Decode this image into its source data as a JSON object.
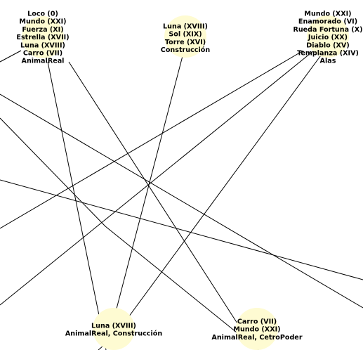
{
  "colors": {
    "node_fill": "#fefbd2",
    "edge": "#000000",
    "text": "#000000",
    "background": "#ffffff"
  },
  "nodes": [
    {
      "id": "top-left",
      "lines": [
        "Loco (0)",
        "Mundo (XXI)",
        "Fuerza (XI)",
        "Estrella (XVII)",
        "Luna (XVIII)",
        "Carro (VII)",
        "AnimalReal"
      ]
    },
    {
      "id": "top-center",
      "lines": [
        "Luna (XVIII)",
        "Sol (XIX)",
        "Torre (XVI)",
        "Construcción"
      ]
    },
    {
      "id": "top-right",
      "lines": [
        "Mundo (XXI)",
        "Enamorado (VI)",
        "Rueda Fortuna (X)",
        "Juicio (XX)",
        "Diablo (XV)",
        "Templanza (XIV)",
        "Alas"
      ]
    },
    {
      "id": "bottom-left",
      "lines": [
        "Luna (XVIII)",
        "AnimalReal, Construcción"
      ]
    },
    {
      "id": "bottom-right",
      "lines": [
        "Carro (VII)",
        "Mundo (XXI)",
        "AnimalReal, CetroPoder"
      ]
    }
  ]
}
